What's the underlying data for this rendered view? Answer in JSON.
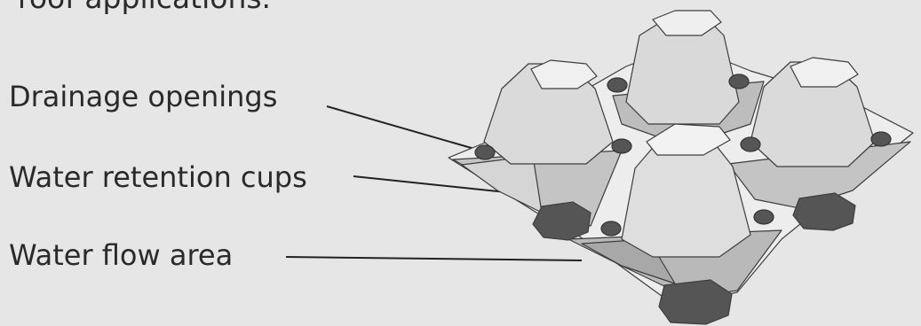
{
  "diagram": {
    "partial_top_text": "roof applications.",
    "labels": [
      {
        "id": "drainage",
        "text": "Drainage openings"
      },
      {
        "id": "cups",
        "text": "Water retention cups"
      },
      {
        "id": "flow",
        "text": "Water flow area"
      }
    ],
    "colors": {
      "background": "#e6e6e6",
      "plate_light": "#ededed",
      "plate_mid": "#c7c7c7",
      "cup_wall": "#a8a8a8",
      "dark": "#555555",
      "edge": "#3d3d3d"
    }
  }
}
